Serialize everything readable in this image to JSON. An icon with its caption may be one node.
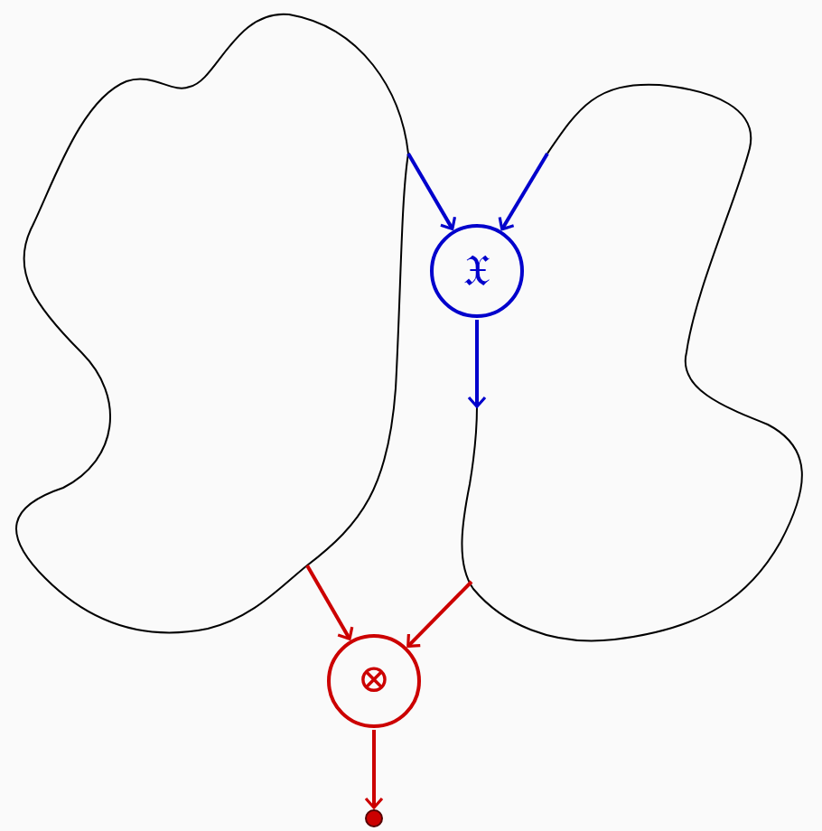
{
  "diagram": {
    "nodes": [
      {
        "text": [],
        "shape": "blob"
      },
      {
        "text": [],
        "shape": "blob"
      },
      {
        "text": [
          "𝔛"
        ]
      },
      {
        "text": [
          "⊗"
        ]
      },
      {
        "text": [],
        "shape": "circle"
      }
    ],
    "edges": [
      {
        "from": 0,
        "to": 2,
        "arrow": "to",
        "color": "#0000cc"
      },
      {
        "from": 1,
        "to": 2,
        "arrow": "to",
        "color": "#0000cc"
      },
      {
        "from": 2,
        "to": 1,
        "arrow": "to",
        "color": "#0000cc"
      },
      {
        "from": 0,
        "to": 3,
        "arrow": "to",
        "color": "#cc0000"
      },
      {
        "from": 1,
        "to": 3,
        "arrow": "to",
        "color": "#cc0000"
      },
      {
        "from": 3,
        "to": 4,
        "arrow": "to",
        "color": "#cc0000"
      }
    ]
  }
}
